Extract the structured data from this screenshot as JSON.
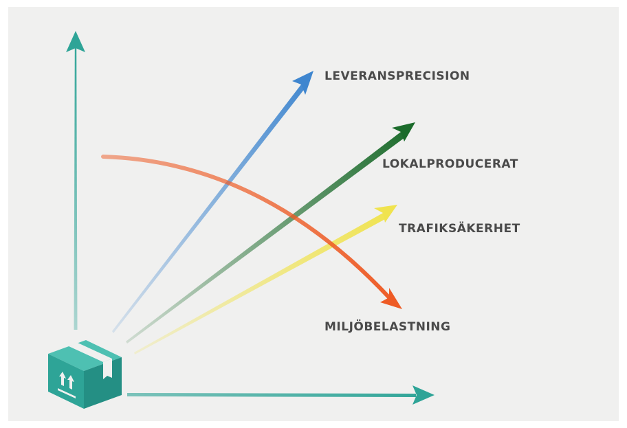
{
  "colors": {
    "background": "#f0f0ef",
    "teal": "#2ea497",
    "blue": "#3f86cf",
    "green": "#1b6b2b",
    "yellow": "#f0e34e",
    "orange": "#ee5b25",
    "label_text": "#4a4a4a"
  },
  "labels": {
    "leveransprecision": "LEVERANSPRECISION",
    "lokalproducerat": "LOKALPRODUCERAT",
    "trafiksakerhet": "TRAFIKSÄKERHET",
    "miljobelastning": "MILJÖBELASTNING"
  },
  "icons": {
    "box": "package-box-icon"
  }
}
